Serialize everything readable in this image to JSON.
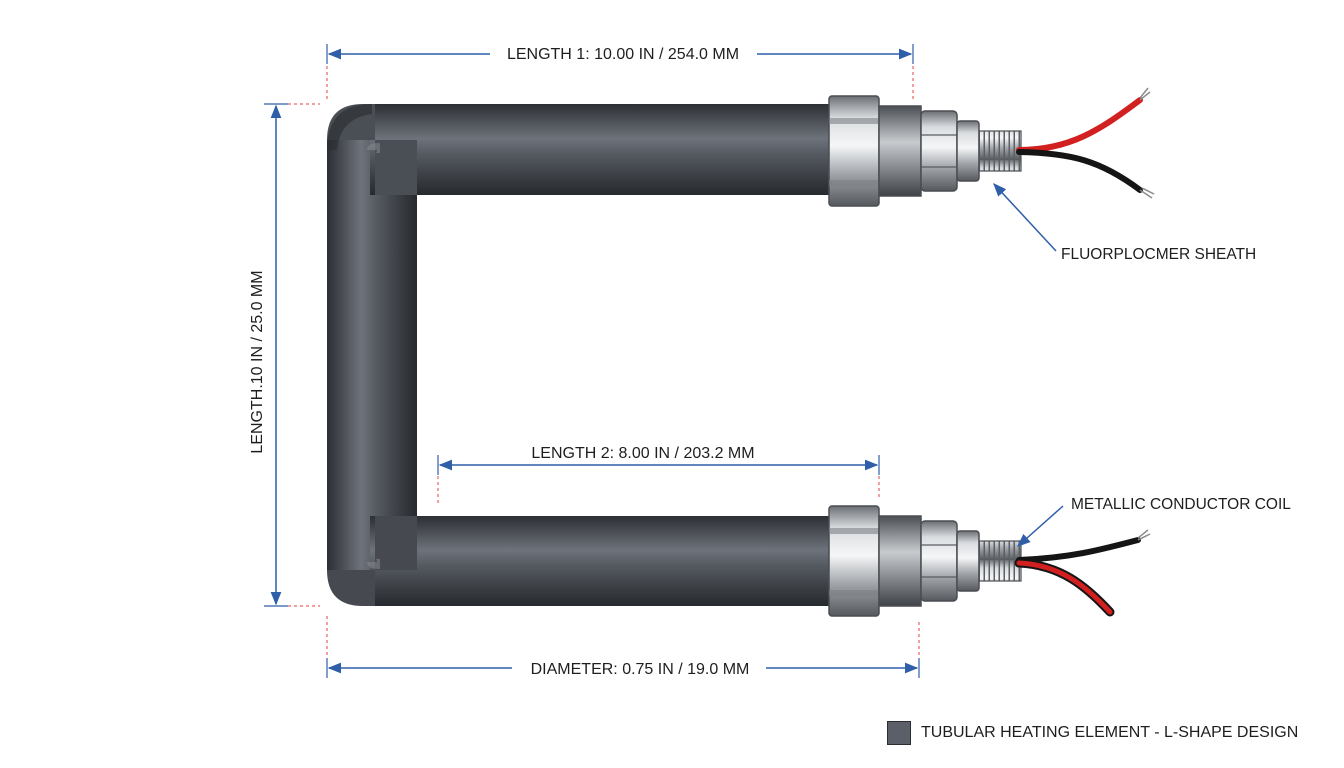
{
  "dimensions": {
    "length1": "LENGTH 1: 10.00 IN / 254.0 MM",
    "length_vertical": "LENGTH.10 IN / 25.0 MM",
    "length2": "LENGTH 2: 8.00 IN / 203.2 MM",
    "diameter": "DIAMETER: 0.75 IN / 19.0 MM"
  },
  "callouts": {
    "sheath": "FLUORPLOCMER SHEATH",
    "coil": "METALLIC CONDUCTOR COIL"
  },
  "legend": {
    "label": "TUBULAR HEATING ELEMENT - L-SHAPE DESIGN"
  },
  "colors": {
    "dimension_line": "#2f5fa8",
    "extension_line": "#e04040",
    "tube": "#3b3f45",
    "wire_red": "#d21f1f",
    "wire_black": "#151515"
  }
}
